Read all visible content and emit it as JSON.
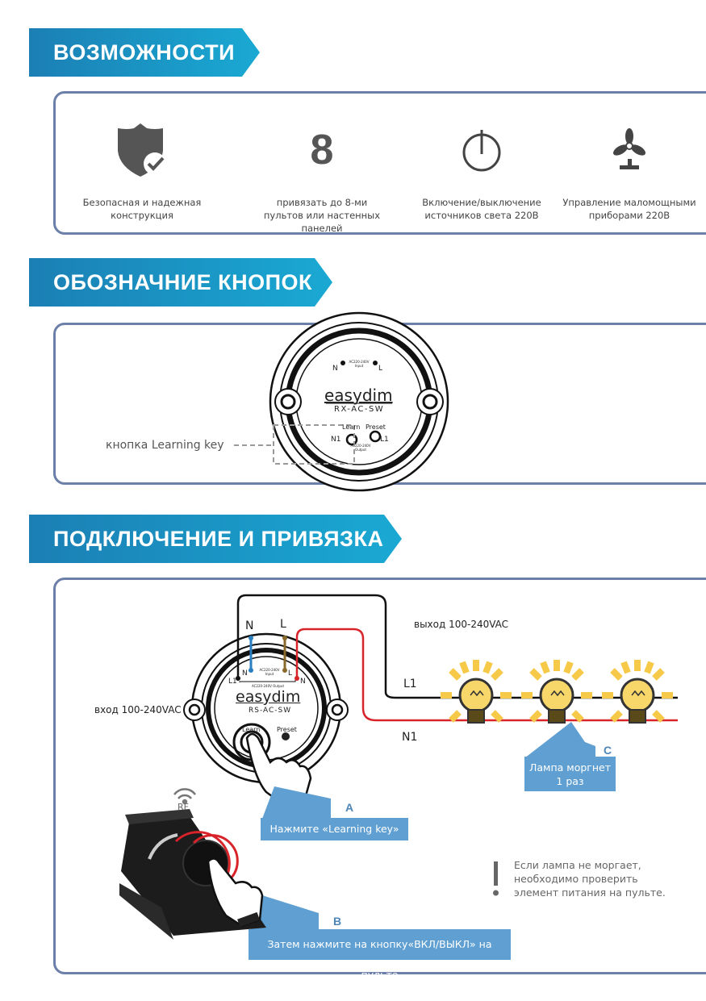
{
  "sections": {
    "features": {
      "title": "ВОЗМОЖНОСТИ",
      "items": [
        {
          "icon": "shield-check-icon",
          "text_line1": "Безопасная и надежная",
          "text_line2": "конструкция"
        },
        {
          "icon": "number-eight",
          "number": "8",
          "text_line1": "привязать до 8-ми",
          "text_line2": "пультов или настенных панелей"
        },
        {
          "icon": "power-icon",
          "text_line1": "Включение/выключение",
          "text_line2": "источников света 220В"
        },
        {
          "icon": "fan-icon",
          "text_line1": "Управление маломощными",
          "text_line2": "приборами 220В"
        }
      ]
    },
    "buttons": {
      "title": "ОБОЗНАЧНИЕ КНОПОК",
      "learning_key_label": "кнопка Learning key",
      "device": {
        "brand": "easydim",
        "model": "RX-AC-SW",
        "terminal_n": "N",
        "terminal_l": "L",
        "terminal_n1": "N1",
        "terminal_l1": "L1",
        "input_label": "AC220-240V Input",
        "output_label": "AC220-240V Output",
        "learn": "Learn",
        "preset": "Preset"
      }
    },
    "connection": {
      "title": "ПОДКЛЮЧЕНИЕ И ПРИВЯЗКА",
      "input_label": "вход 100-240VAC",
      "output_label": "выход 100-240VAC",
      "wire_n": "N",
      "wire_l": "L",
      "wire_l1": "L1",
      "wire_n1": "N1",
      "device": {
        "brand": "easydim",
        "model": "RS-AC-SW",
        "term_n": "N",
        "term_l": "L",
        "term_l1": "L1",
        "term_n_out": "N",
        "input_label": "AC220-240V Input",
        "output_label": "AC220-240V Output",
        "learn": "Learn",
        "preset": "Preset"
      },
      "rf_label": "RF",
      "step_a": {
        "letter": "A",
        "text": "Нажмите «Learning key»"
      },
      "step_b": {
        "letter": "B",
        "text": "Затем нажмите на кнопку«ВКЛ/ВЫКЛ» на пульте"
      },
      "step_c": {
        "letter": "C",
        "text_line1": "Лампа моргнет",
        "text_line2": "1 раз"
      },
      "note_line1": "Если лампа не моргает,",
      "note_line2": "необходимо проверить",
      "note_line3": "элемент питания на пульте."
    }
  },
  "colors": {
    "banner_start": "#1b7fb4",
    "banner_end": "#1aa9d3",
    "box_border": "#6b7fa8",
    "callout": "#5f9fd1",
    "wire_red": "#d8232a",
    "wire_blue": "#2a7fc1",
    "wire_brown": "#8a6a2a",
    "lamp_rays": "#f7c948"
  }
}
